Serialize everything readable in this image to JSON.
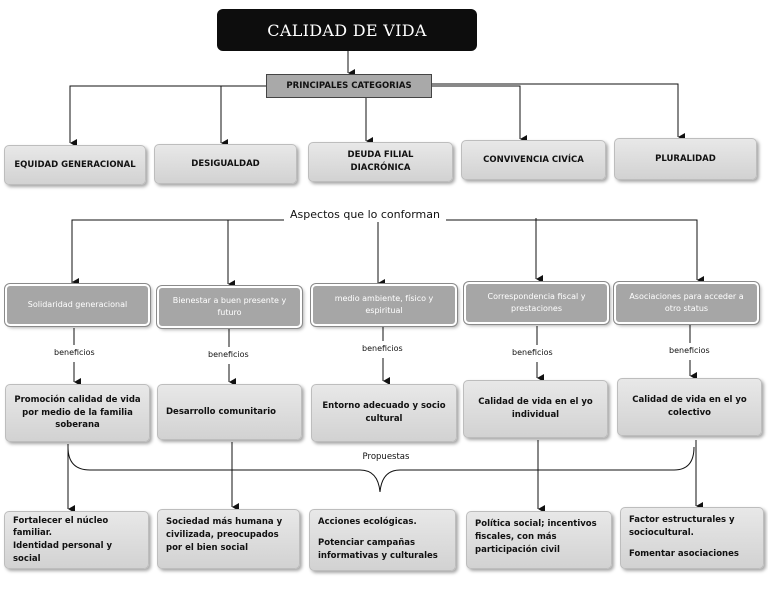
{
  "title": "CALIDAD DE VIDA",
  "principal": "PRINCIPALES CATEGORIAS",
  "categories": [
    "EQUIDAD GENERACIONAL",
    "DESIGUALDAD",
    "DEUDA FILIAL DIACRÓNICA",
    "CONVIVENCIA CIVÍCA",
    "PLURALIDAD"
  ],
  "aspects_label": "Aspectos que lo conforman",
  "aspects": [
    "Solidaridad generacional",
    "Bienestar a buen presente y futuro",
    "medio ambiente, físico y espiritual",
    "Correspondencia fiscal y prestaciones",
    "Asociaciones para acceder a otro status"
  ],
  "benefit_label": "beneficios",
  "results": [
    "Promoción calidad de vida por medio de la familia soberana",
    "Desarrollo comunitario",
    "Entorno adecuado y socio cultural",
    "Calidad de vida en el yo individual",
    "Calidad de vida en el yo colectivo"
  ],
  "proposals_label": "Propuestas",
  "proposals": [
    [
      "Fortalecer el núcleo familiar.",
      "Identidad personal y social"
    ],
    [
      "Sociedad más humana y civilizada, preocupados por el bien social"
    ],
    [
      "Acciones ecológicas.",
      "Potenciar campañas informativas y culturales"
    ],
    [
      "Política social; incentivos fiscales, con más participación civil"
    ],
    [
      "Factor estructurales y sociocultural.",
      "Fomentar asociaciones"
    ]
  ]
}
